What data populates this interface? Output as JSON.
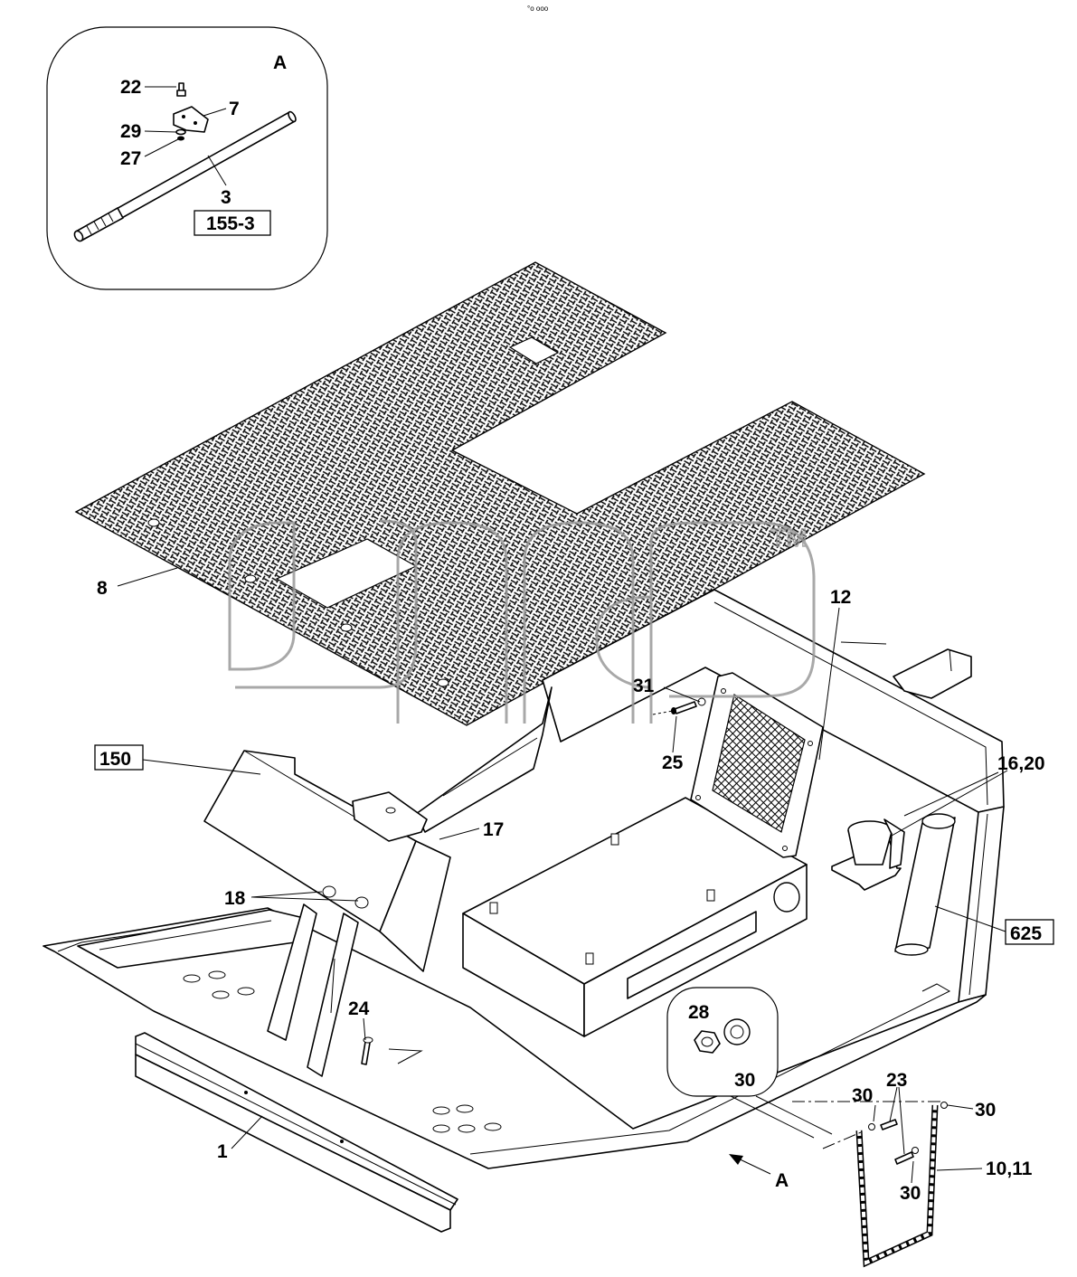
{
  "top_marker": "°o ooo",
  "detail": {
    "view_letter": "A",
    "callouts": [
      "22",
      "7",
      "29",
      "27",
      "3"
    ],
    "boxed_ref": "155-3"
  },
  "callouts": {
    "c8": "8",
    "c12": "12",
    "c31": "31",
    "c25": "25",
    "c16_20": "16,20",
    "c17": "17",
    "c18": "18",
    "c24": "24",
    "c1": "1",
    "c28": "28",
    "c30_inset": "30",
    "c30_a": "30",
    "c23": "23",
    "c30_b": "30",
    "c30_c": "30",
    "c10_11": "10,11",
    "view_arrow": "A"
  },
  "boxed_refs": {
    "b150": "150",
    "b625": "625"
  },
  "watermark": {
    "text": "gmp",
    "trademark": "TM"
  }
}
